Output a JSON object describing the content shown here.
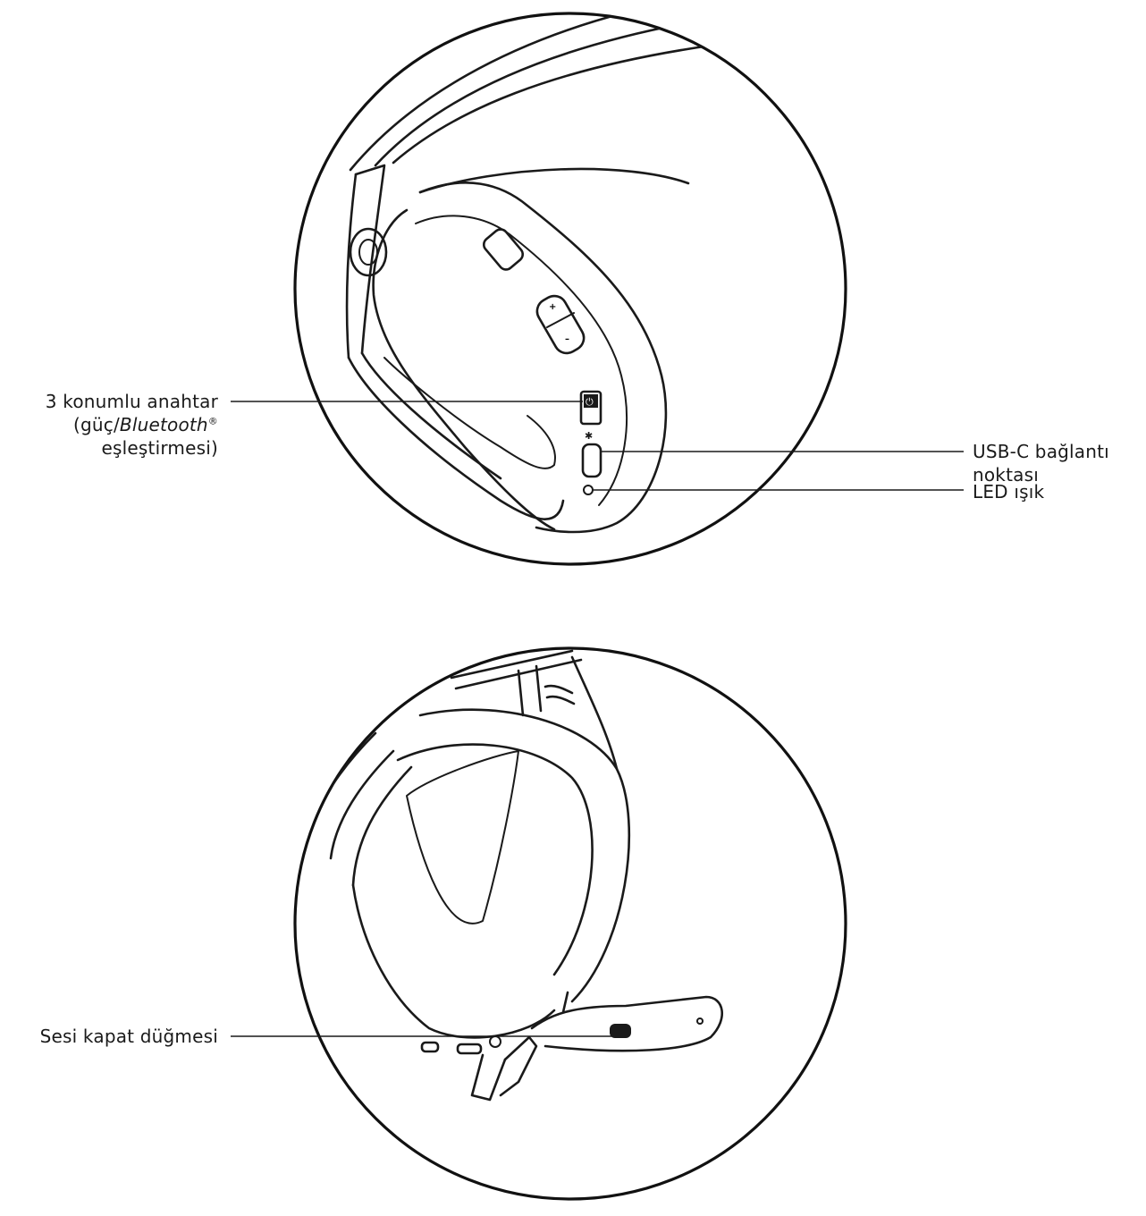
{
  "top_figure": {
    "labels": {
      "switch": {
        "line1": "3 konumlu anahtar",
        "line2_prefix": "(güç/",
        "line2_italic": "Bluetooth",
        "line2_reg": "®",
        "line3": "eşleştirmesi)"
      },
      "usb": {
        "line1": "USB-C bağlantı",
        "line2": "noktası"
      },
      "led": "LED ışık"
    },
    "glyphs": {
      "plus": "+",
      "minus": "–",
      "power": "⏻",
      "bluetooth": "✱"
    }
  },
  "bottom_figure": {
    "labels": {
      "mute": "Sesi kapat düğmesi"
    }
  }
}
